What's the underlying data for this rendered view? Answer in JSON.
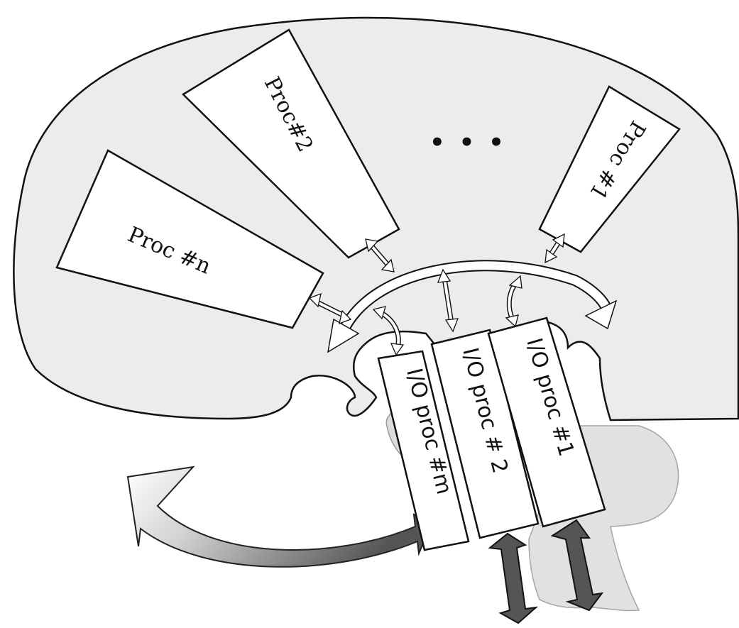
{
  "diagram": {
    "processors": [
      {
        "id": "n",
        "label": "Proc #n"
      },
      {
        "id": "2",
        "label": "Proc#2"
      },
      {
        "id": "1",
        "label": "Proc #1"
      }
    ],
    "ellipsis": "• • •",
    "io_processors": [
      {
        "id": "m",
        "label": "I/O proc #m"
      },
      {
        "id": "2",
        "label": "I/O proc # 2"
      },
      {
        "id": "1",
        "label": "I/O proc #1"
      }
    ],
    "colors": {
      "brain_upper": "#ececec",
      "brain_lower": "#e3e3e3",
      "box_fill": "#ffffff",
      "outline": "#111111",
      "dark_arrow": "#555555",
      "light_arrow": "#ffffff"
    }
  }
}
